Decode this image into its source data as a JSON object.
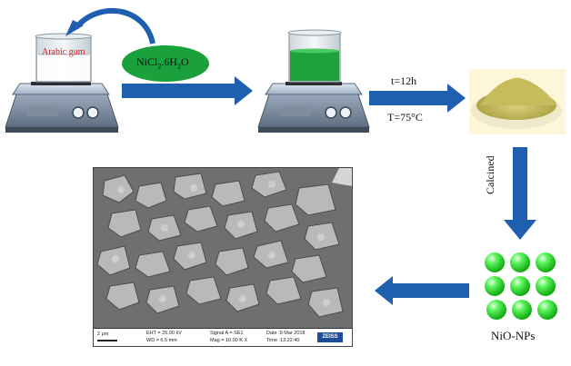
{
  "labels": {
    "arabic_gum": "Arabic gum",
    "nicl2_base": "NiCl",
    "nicl2_sub": "2",
    "nicl2_rest": ".6H",
    "nicl2_sub2": "2",
    "nicl2_end": "O",
    "time": "t=12h",
    "temperature": "T=75°C",
    "calcined": "Calcined",
    "nio_nps": "NiO-NPs"
  },
  "sem_footer": {
    "scale": "2 μm",
    "eht": "EHT = 25.00 kV",
    "wd": "WD =  6.5 mm",
    "signal": "Signal A = SE1",
    "mag": "Mag =   10.00 K X",
    "date": "Date :9 Mar 2018",
    "time": "Time :13:22:40",
    "brand": "ZEISS"
  },
  "colors": {
    "arrow_blue": "#1f5fb0",
    "ellipse_green": "#1aa13c",
    "solution_green": "#1ea33a",
    "nanoparticle_green": "#33ee33",
    "powder": "#c8bf62",
    "label_red": "#cc2222"
  },
  "icons": [
    "curved-return-arrow-icon",
    "hot-plate-stirrer-icon",
    "beaker-icon",
    "powder-dish-icon",
    "nanoparticle-sphere-icon"
  ]
}
